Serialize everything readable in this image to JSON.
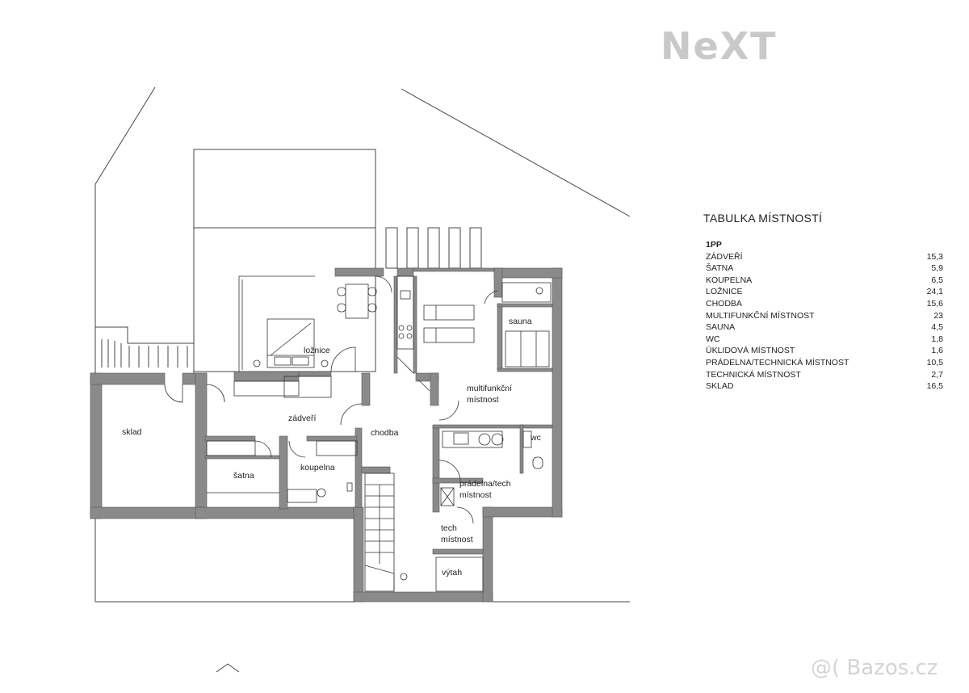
{
  "logo": {
    "text": "NeXT"
  },
  "watermark": {
    "text": "@( Bazos.cz"
  },
  "room_table": {
    "title": "TABULKA MÍSTNOSTÍ",
    "floor": "1PP",
    "rows": [
      {
        "name": "ZÁDVEŘÍ",
        "area": "15,3"
      },
      {
        "name": "ŠATNA",
        "area": "5,9"
      },
      {
        "name": "KOUPELNA",
        "area": "6,5"
      },
      {
        "name": "LOŽNICE",
        "area": "24,1"
      },
      {
        "name": "CHODBA",
        "area": "15,6"
      },
      {
        "name": "MULTIFUNKČNÍ MÍSTNOST",
        "area": "23"
      },
      {
        "name": "SAUNA",
        "area": "4,5"
      },
      {
        "name": "WC",
        "area": "1,8"
      },
      {
        "name": "ÚKLIDOVÁ MÍSTNOST",
        "area": "1,6"
      },
      {
        "name": "PRÁDELNA/TECHNICKÁ MÍSTNOST",
        "area": "10,5"
      },
      {
        "name": "TECHNICKÁ MÍSTNOST",
        "area": "2,7"
      },
      {
        "name": "SKLAD",
        "area": "16,5"
      }
    ]
  },
  "plan_labels": {
    "sklad": "sklad",
    "zadveri": "zádveří",
    "loznice": "ložnice",
    "satna": "šatna",
    "koupelna": "koupelna",
    "chodba": "chodba",
    "multi_1": "multifunkční",
    "multi_2": "místnost",
    "sauna": "sauna",
    "wc": "wc",
    "pradelna_1": "prádelna/tech",
    "pradelna_2": "místnost",
    "tech_1": "tech",
    "tech_2": "místnost",
    "vytah": "výtah"
  }
}
